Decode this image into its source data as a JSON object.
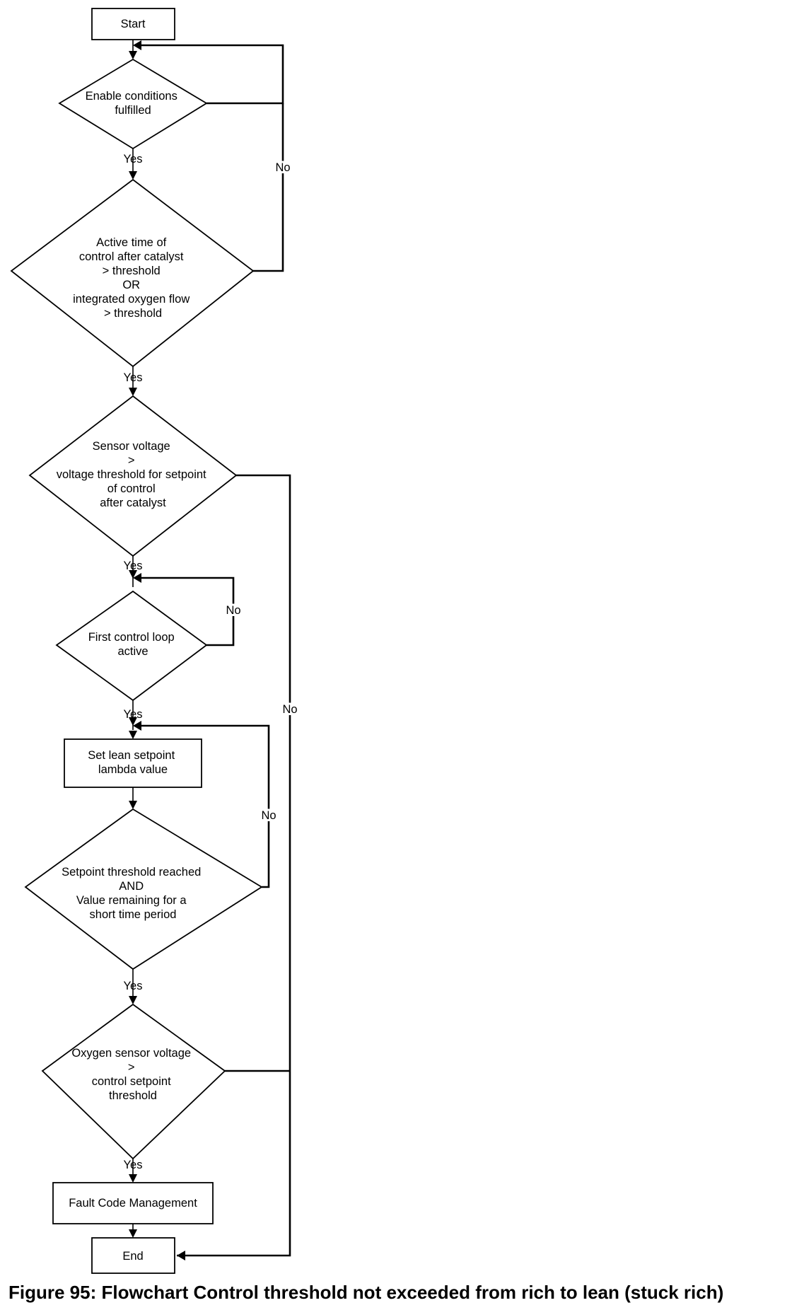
{
  "nodes": {
    "start": "Start",
    "enable": [
      "Enable conditions",
      "fulfilled"
    ],
    "active_time": [
      "Active time of",
      "control after catalyst",
      "> threshold",
      "OR",
      "integrated oxygen flow",
      "> threshold"
    ],
    "sensor_voltage": [
      "Sensor voltage",
      ">",
      "voltage threshold for setpoint",
      "of control",
      "after catalyst"
    ],
    "first_loop": [
      "First control loop",
      "active"
    ],
    "set_lean": [
      "Set lean setpoint",
      "lambda value"
    ],
    "setpoint_reached": [
      "Setpoint threshold reached",
      "AND",
      "Value remaining for a",
      "short time period"
    ],
    "oxygen_voltage": [
      "Oxygen sensor voltage",
      ">",
      "control setpoint",
      "threshold"
    ],
    "fault_code": "Fault Code Management",
    "end": "End"
  },
  "labels": {
    "yes": "Yes",
    "no": "No"
  },
  "caption": "Figure 95: Flowchart Control threshold not exceeded from rich to lean (stuck rich)"
}
